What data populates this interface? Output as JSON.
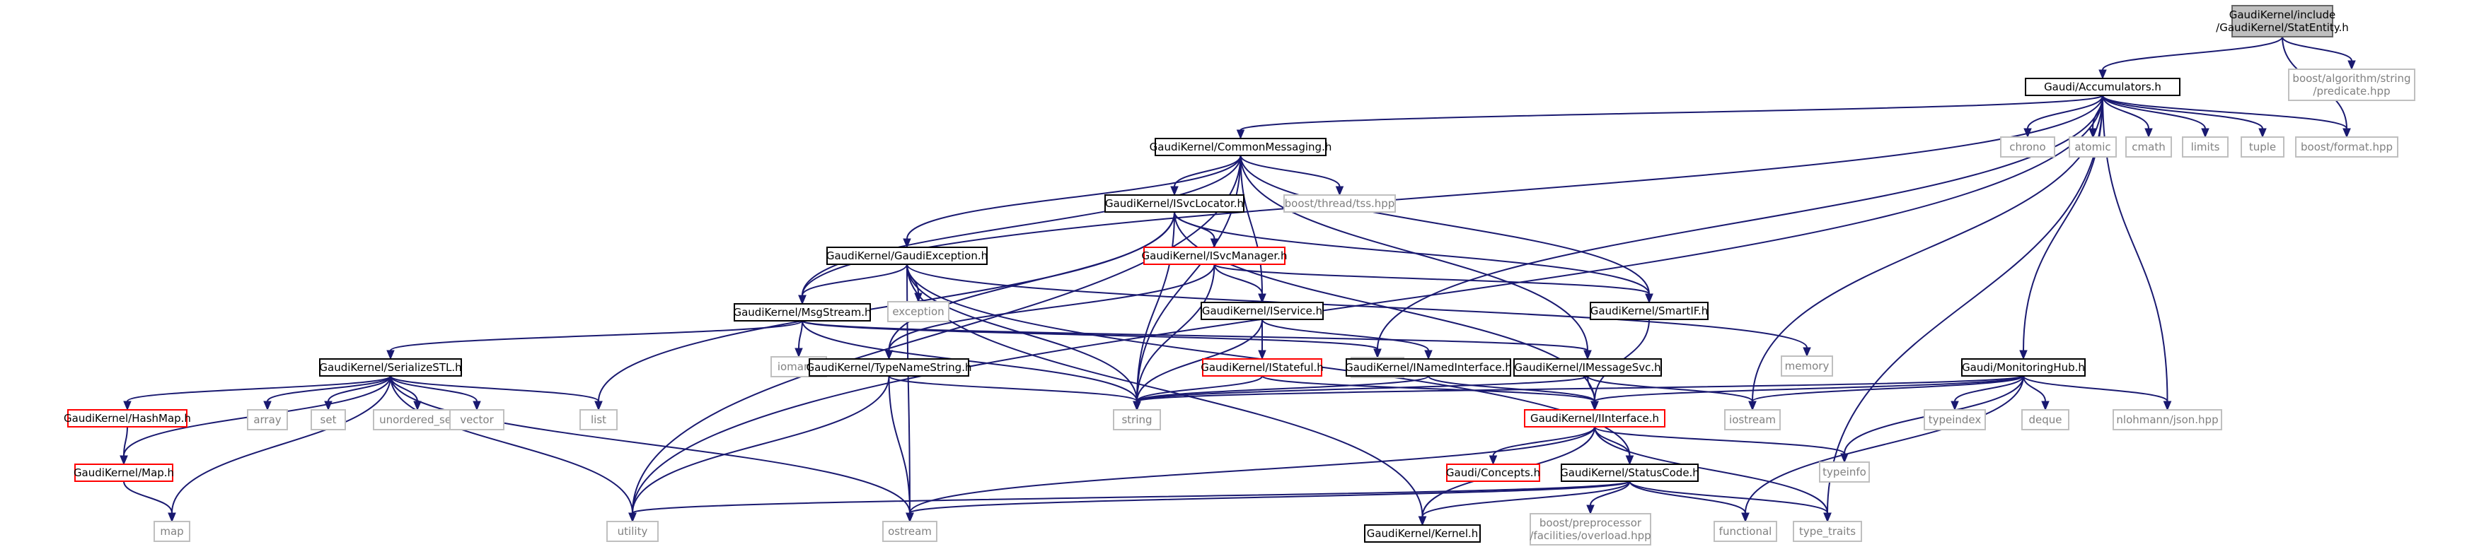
{
  "colors": {
    "edge": "#191970",
    "root_fill": "#bfbfbf",
    "normal_border": "#000000",
    "missing_border": "#ff0000",
    "system_border": "#bfbfbf",
    "text_normal": "#000000",
    "text_system": "#808080"
  },
  "nodes": [
    {
      "id": "stat",
      "lines": [
        "GaudiKernel/include",
        "/GaudiKernel/StatEntity.h"
      ],
      "kind": "root"
    },
    {
      "id": "acc",
      "lines": [
        "Gaudi/Accumulators.h"
      ],
      "kind": "normal"
    },
    {
      "id": "pred",
      "lines": [
        "boost/algorithm/string",
        "/predicate.hpp"
      ],
      "kind": "system"
    },
    {
      "id": "cm",
      "lines": [
        "GaudiKernel/CommonMessaging.h"
      ],
      "kind": "normal"
    },
    {
      "id": "chrono",
      "lines": [
        "chrono"
      ],
      "kind": "system"
    },
    {
      "id": "atomic",
      "lines": [
        "atomic"
      ],
      "kind": "system"
    },
    {
      "id": "cmath",
      "lines": [
        "cmath"
      ],
      "kind": "system"
    },
    {
      "id": "limits",
      "lines": [
        "limits"
      ],
      "kind": "system"
    },
    {
      "id": "tuple",
      "lines": [
        "tuple"
      ],
      "kind": "system"
    },
    {
      "id": "format",
      "lines": [
        "boost/format.hpp"
      ],
      "kind": "system"
    },
    {
      "id": "isvcloc",
      "lines": [
        "GaudiKernel/ISvcLocator.h"
      ],
      "kind": "normal"
    },
    {
      "id": "tss",
      "lines": [
        "boost/thread/tss.hpp"
      ],
      "kind": "system"
    },
    {
      "id": "isvcmgr",
      "lines": [
        "GaudiKernel/ISvcManager.h"
      ],
      "kind": "missing"
    },
    {
      "id": "gexc",
      "lines": [
        "GaudiKernel/GaudiException.h"
      ],
      "kind": "normal"
    },
    {
      "id": "exception",
      "lines": [
        "exception"
      ],
      "kind": "system"
    },
    {
      "id": "msgstream",
      "lines": [
        "GaudiKernel/MsgStream.h"
      ],
      "kind": "normal"
    },
    {
      "id": "iservice",
      "lines": [
        "GaudiKernel/IService.h"
      ],
      "kind": "normal"
    },
    {
      "id": "smartif",
      "lines": [
        "GaudiKernel/SmartIF.h"
      ],
      "kind": "normal"
    },
    {
      "id": "memory",
      "lines": [
        "memory"
      ],
      "kind": "system"
    },
    {
      "id": "iomanip",
      "lines": [
        "iomanip"
      ],
      "kind": "system"
    },
    {
      "id": "sstream",
      "lines": [
        "sstream"
      ],
      "kind": "system"
    },
    {
      "id": "serstl",
      "lines": [
        "GaudiKernel/SerializeSTL.h"
      ],
      "kind": "normal"
    },
    {
      "id": "tns",
      "lines": [
        "GaudiKernel/TypeNameString.h"
      ],
      "kind": "normal"
    },
    {
      "id": "istateful",
      "lines": [
        "GaudiKernel/IStateful.h"
      ],
      "kind": "missing"
    },
    {
      "id": "inamed",
      "lines": [
        "GaudiKernel/INamedInterface.h"
      ],
      "kind": "normal"
    },
    {
      "id": "imsgsvc",
      "lines": [
        "GaudiKernel/IMessageSvc.h"
      ],
      "kind": "normal"
    },
    {
      "id": "monhub",
      "lines": [
        "Gaudi/MonitoringHub.h"
      ],
      "kind": "normal"
    },
    {
      "id": "list",
      "lines": [
        "list"
      ],
      "kind": "system"
    },
    {
      "id": "hashmap",
      "lines": [
        "GaudiKernel/HashMap.h"
      ],
      "kind": "missing"
    },
    {
      "id": "array",
      "lines": [
        "array"
      ],
      "kind": "system"
    },
    {
      "id": "set",
      "lines": [
        "set"
      ],
      "kind": "system"
    },
    {
      "id": "uset",
      "lines": [
        "unordered_set"
      ],
      "kind": "system"
    },
    {
      "id": "vector",
      "lines": [
        "vector"
      ],
      "kind": "system"
    },
    {
      "id": "string",
      "lines": [
        "string"
      ],
      "kind": "system"
    },
    {
      "id": "iinterface",
      "lines": [
        "GaudiKernel/IInterface.h"
      ],
      "kind": "missing"
    },
    {
      "id": "iostream",
      "lines": [
        "iostream"
      ],
      "kind": "system"
    },
    {
      "id": "typeindex",
      "lines": [
        "typeindex"
      ],
      "kind": "system"
    },
    {
      "id": "deque",
      "lines": [
        "deque"
      ],
      "kind": "system"
    },
    {
      "id": "json",
      "lines": [
        "nlohmann/json.hpp"
      ],
      "kind": "system"
    },
    {
      "id": "map_h",
      "lines": [
        "GaudiKernel/Map.h"
      ],
      "kind": "missing"
    },
    {
      "id": "concepts",
      "lines": [
        "Gaudi/Concepts.h"
      ],
      "kind": "missing"
    },
    {
      "id": "statuscode",
      "lines": [
        "GaudiKernel/StatusCode.h"
      ],
      "kind": "normal"
    },
    {
      "id": "typeinfo",
      "lines": [
        "typeinfo"
      ],
      "kind": "system"
    },
    {
      "id": "map",
      "lines": [
        "map"
      ],
      "kind": "system"
    },
    {
      "id": "utility",
      "lines": [
        "utility"
      ],
      "kind": "system"
    },
    {
      "id": "ostream",
      "lines": [
        "ostream"
      ],
      "kind": "system"
    },
    {
      "id": "kernel",
      "lines": [
        "GaudiKernel/Kernel.h"
      ],
      "kind": "normal"
    },
    {
      "id": "overload",
      "lines": [
        "boost/preprocessor",
        "/facilities/overload.hpp"
      ],
      "kind": "system"
    },
    {
      "id": "functional",
      "lines": [
        "functional"
      ],
      "kind": "system"
    },
    {
      "id": "type_traits",
      "lines": [
        "type_traits"
      ],
      "kind": "system"
    }
  ],
  "edges": [
    [
      "stat",
      "acc"
    ],
    [
      "stat",
      "pred"
    ],
    [
      "stat",
      "format"
    ],
    [
      "acc",
      "cm"
    ],
    [
      "acc",
      "chrono"
    ],
    [
      "acc",
      "atomic"
    ],
    [
      "acc",
      "cmath"
    ],
    [
      "acc",
      "limits"
    ],
    [
      "acc",
      "tuple"
    ],
    [
      "acc",
      "format"
    ],
    [
      "acc",
      "msgstream"
    ],
    [
      "acc",
      "utility"
    ],
    [
      "acc",
      "sstream"
    ],
    [
      "acc",
      "iostream"
    ],
    [
      "acc",
      "monhub"
    ],
    [
      "acc",
      "json"
    ],
    [
      "acc",
      "type_traits"
    ],
    [
      "cm",
      "isvcloc"
    ],
    [
      "cm",
      "tss"
    ],
    [
      "cm",
      "gexc"
    ],
    [
      "cm",
      "msgstream"
    ],
    [
      "cm",
      "imsgsvc"
    ],
    [
      "cm",
      "iservice"
    ],
    [
      "cm",
      "smartif"
    ],
    [
      "cm",
      "string"
    ],
    [
      "cm",
      "utility"
    ],
    [
      "isvcloc",
      "isvcmgr"
    ],
    [
      "isvcloc",
      "tns"
    ],
    [
      "isvcloc",
      "smartif"
    ],
    [
      "isvcloc",
      "string"
    ],
    [
      "isvcloc",
      "list"
    ],
    [
      "isvcloc",
      "iinterface"
    ],
    [
      "isvcmgr",
      "iservice"
    ],
    [
      "isvcmgr",
      "tns"
    ],
    [
      "isvcmgr",
      "smartif"
    ],
    [
      "isvcmgr",
      "string"
    ],
    [
      "gexc",
      "msgstream"
    ],
    [
      "gexc",
      "exception"
    ],
    [
      "gexc",
      "string"
    ],
    [
      "gexc",
      "ostream"
    ],
    [
      "gexc",
      "kernel"
    ],
    [
      "gexc",
      "statuscode"
    ],
    [
      "gexc",
      "memory"
    ],
    [
      "msgstream",
      "serstl"
    ],
    [
      "msgstream",
      "imsgsvc"
    ],
    [
      "msgstream",
      "iomanip"
    ],
    [
      "msgstream",
      "sstream"
    ],
    [
      "msgstream",
      "string"
    ],
    [
      "iservice",
      "istateful"
    ],
    [
      "iservice",
      "inamed"
    ],
    [
      "iservice",
      "string"
    ],
    [
      "smartif",
      "iinterface"
    ],
    [
      "serstl",
      "hashmap"
    ],
    [
      "serstl",
      "map_h"
    ],
    [
      "serstl",
      "array"
    ],
    [
      "serstl",
      "set"
    ],
    [
      "serstl",
      "uset"
    ],
    [
      "serstl",
      "vector"
    ],
    [
      "serstl",
      "list"
    ],
    [
      "serstl",
      "map"
    ],
    [
      "serstl",
      "utility"
    ],
    [
      "serstl",
      "ostream"
    ],
    [
      "hashmap",
      "map_h"
    ],
    [
      "map_h",
      "map"
    ],
    [
      "tns",
      "string"
    ],
    [
      "tns",
      "utility"
    ],
    [
      "tns",
      "ostream"
    ],
    [
      "istateful",
      "iinterface"
    ],
    [
      "istateful",
      "string"
    ],
    [
      "inamed",
      "iinterface"
    ],
    [
      "inamed",
      "string"
    ],
    [
      "imsgsvc",
      "iinterface"
    ],
    [
      "imsgsvc",
      "string"
    ],
    [
      "imsgsvc",
      "iostream"
    ],
    [
      "monhub",
      "string"
    ],
    [
      "monhub",
      "iinterface"
    ],
    [
      "monhub",
      "iostream"
    ],
    [
      "monhub",
      "typeindex"
    ],
    [
      "monhub",
      "deque"
    ],
    [
      "monhub",
      "json"
    ],
    [
      "monhub",
      "typeinfo"
    ],
    [
      "monhub",
      "functional"
    ],
    [
      "iinterface",
      "concepts"
    ],
    [
      "iinterface",
      "statuscode"
    ],
    [
      "iinterface",
      "kernel"
    ],
    [
      "iinterface",
      "ostream"
    ],
    [
      "iinterface",
      "typeinfo"
    ],
    [
      "iinterface",
      "type_traits"
    ],
    [
      "statuscode",
      "utility"
    ],
    [
      "statuscode",
      "ostream"
    ],
    [
      "statuscode",
      "kernel"
    ],
    [
      "statuscode",
      "overload"
    ],
    [
      "statuscode",
      "functional"
    ],
    [
      "statuscode",
      "type_traits"
    ]
  ]
}
